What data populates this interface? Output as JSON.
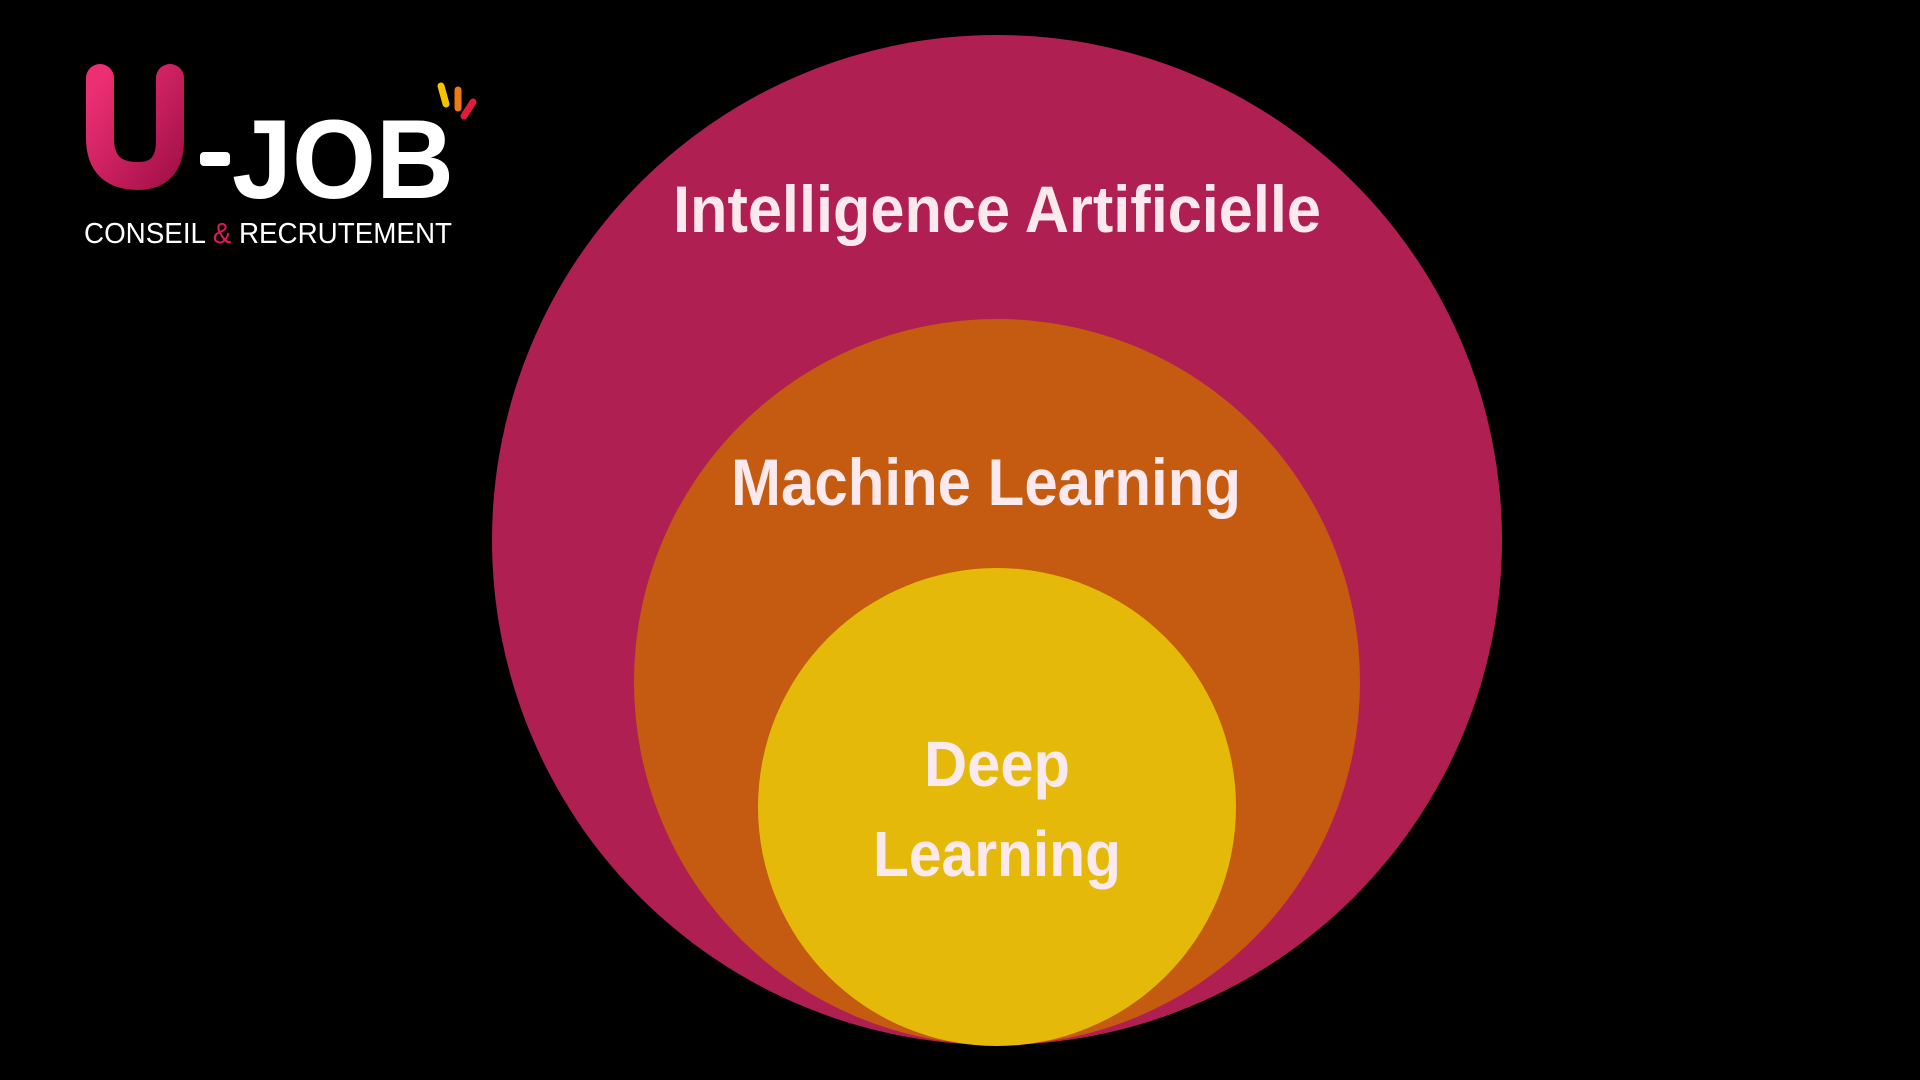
{
  "logo": {
    "letter_u": "U",
    "dash": "-",
    "word_job": "JOB",
    "tagline_left": "CONSEIL ",
    "tagline_amp": "&",
    "tagline_right": " RECRUTEMENT"
  },
  "diagram": {
    "outer_label": "Intelligence Artificielle",
    "middle_label": "Machine Learning",
    "inner_label_line1": "Deep",
    "inner_label_line2": "Learning"
  },
  "colors": {
    "background": "#000000",
    "outer": "#b01f51",
    "middle": "#c45b11",
    "inner": "#e4b90a",
    "label": "#fbe9ee",
    "logo_u": "#d8195f",
    "logo_text": "#ffffff",
    "logo_amp": "#e0195a",
    "spark_yellow": "#f5c400",
    "spark_orange": "#ee7a12",
    "spark_red": "#e21b3c"
  },
  "icons": {
    "logo_spark": "spark-rays-icon"
  }
}
